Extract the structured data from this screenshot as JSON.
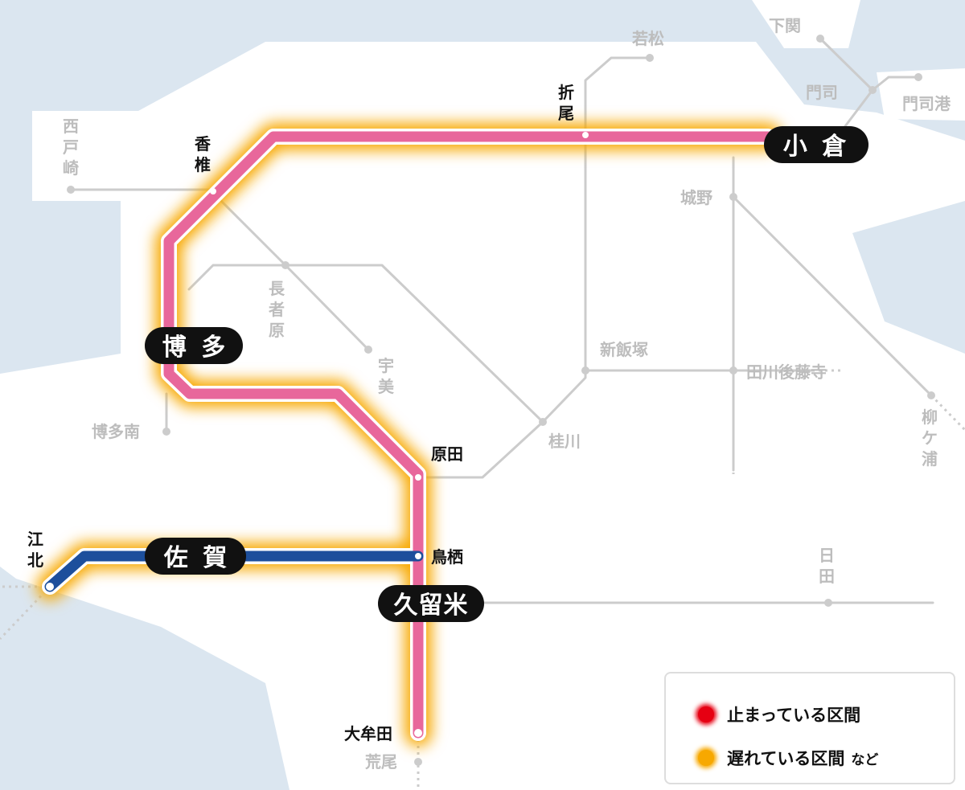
{
  "colors": {
    "sea": "#dbe6f0",
    "land": "#ffffff",
    "gray_line": "#cccccc",
    "pink_line": "#e8679b",
    "blue_line": "#1d4f9c",
    "delay_glow": "#f7a800",
    "stop_red": "#e60012",
    "station_box": "#111111"
  },
  "major_stations": {
    "kokura": "小 倉",
    "hakata": "博 多",
    "saga": "佐 賀",
    "kurume": "久留米"
  },
  "stations_active": {
    "oriwo": "折",
    "oriwo2": "尾",
    "kashii": "香",
    "kashii2": "椎",
    "harada": "原田",
    "tosu": "鳥栖",
    "omuta": "大牟田",
    "kouhoku": "江",
    "kouhoku2": "北"
  },
  "stations_inactive": {
    "wakamatsu": "若松",
    "shimonoseki": "下関",
    "moji": "門司",
    "mojiko": "門司港",
    "nishitozaki": "西",
    "nishitozaki2": "戸",
    "nishitozaki3": "崎",
    "johno": "城野",
    "chojabaru": "長",
    "chojabaru2": "者",
    "chojabaru3": "原",
    "umi": "宇",
    "umi2": "美",
    "shiniizuka": "新飯塚",
    "tagawagotoji": "田川後藤寺",
    "hakataminami": "博多南",
    "keisen": "桂川",
    "yanagigaura": "柳",
    "yanagigaura2": "ケ",
    "yanagigaura3": "浦",
    "hita": "日",
    "hita2": "田",
    "arao": "荒尾"
  },
  "legend": {
    "stopped": "止まっている区間",
    "delayed": "遅れている区間",
    "delayed_suffix": "など"
  }
}
